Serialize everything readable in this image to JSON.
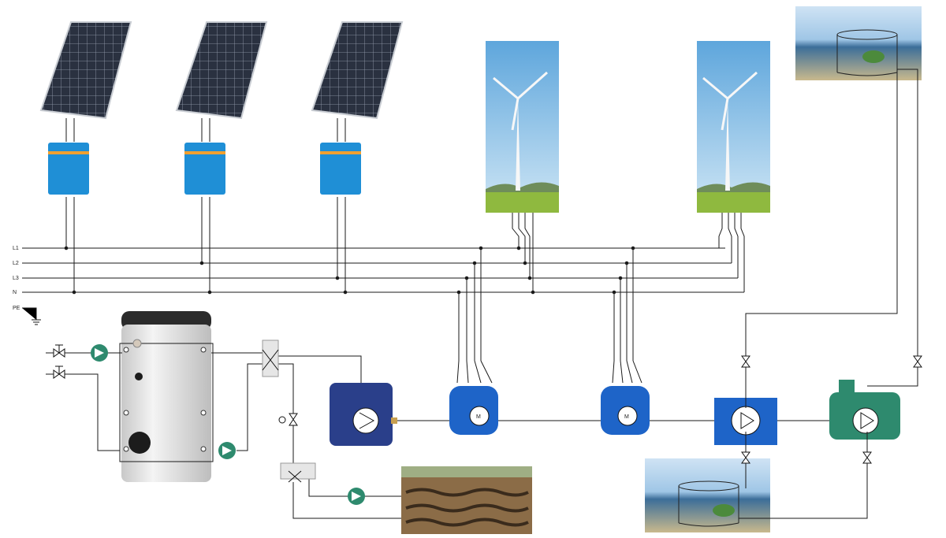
{
  "bus_lines": [
    {
      "id": "l1",
      "label": "L1"
    },
    {
      "id": "l2",
      "label": "L2"
    },
    {
      "id": "l3",
      "label": "L3"
    },
    {
      "id": "n",
      "label": "N"
    },
    {
      "id": "pe",
      "label": "PE"
    }
  ],
  "components": {
    "solar_panels": 3,
    "inverters": 3,
    "wind_turbines": 2,
    "motors": 2,
    "pumps": 4,
    "valves": 7
  },
  "colors": {
    "wire": "#1a1a1a",
    "inverter_blue": "#1f8fd6",
    "motor_blue": "#1e64c8",
    "pump_green": "#2e8a6e",
    "sky": "#7fb8e0",
    "grass": "#8fb93f",
    "solar_cell": "#2a3140",
    "tank": "#e6e6e6"
  },
  "icons": [
    "solar-panel-icon",
    "inverter-icon",
    "wind-turbine-icon",
    "water-tank-icon",
    "motor-icon",
    "pump-icon",
    "valve-icon",
    "ground-icon",
    "heat-exchanger-icon",
    "compressor-icon"
  ]
}
